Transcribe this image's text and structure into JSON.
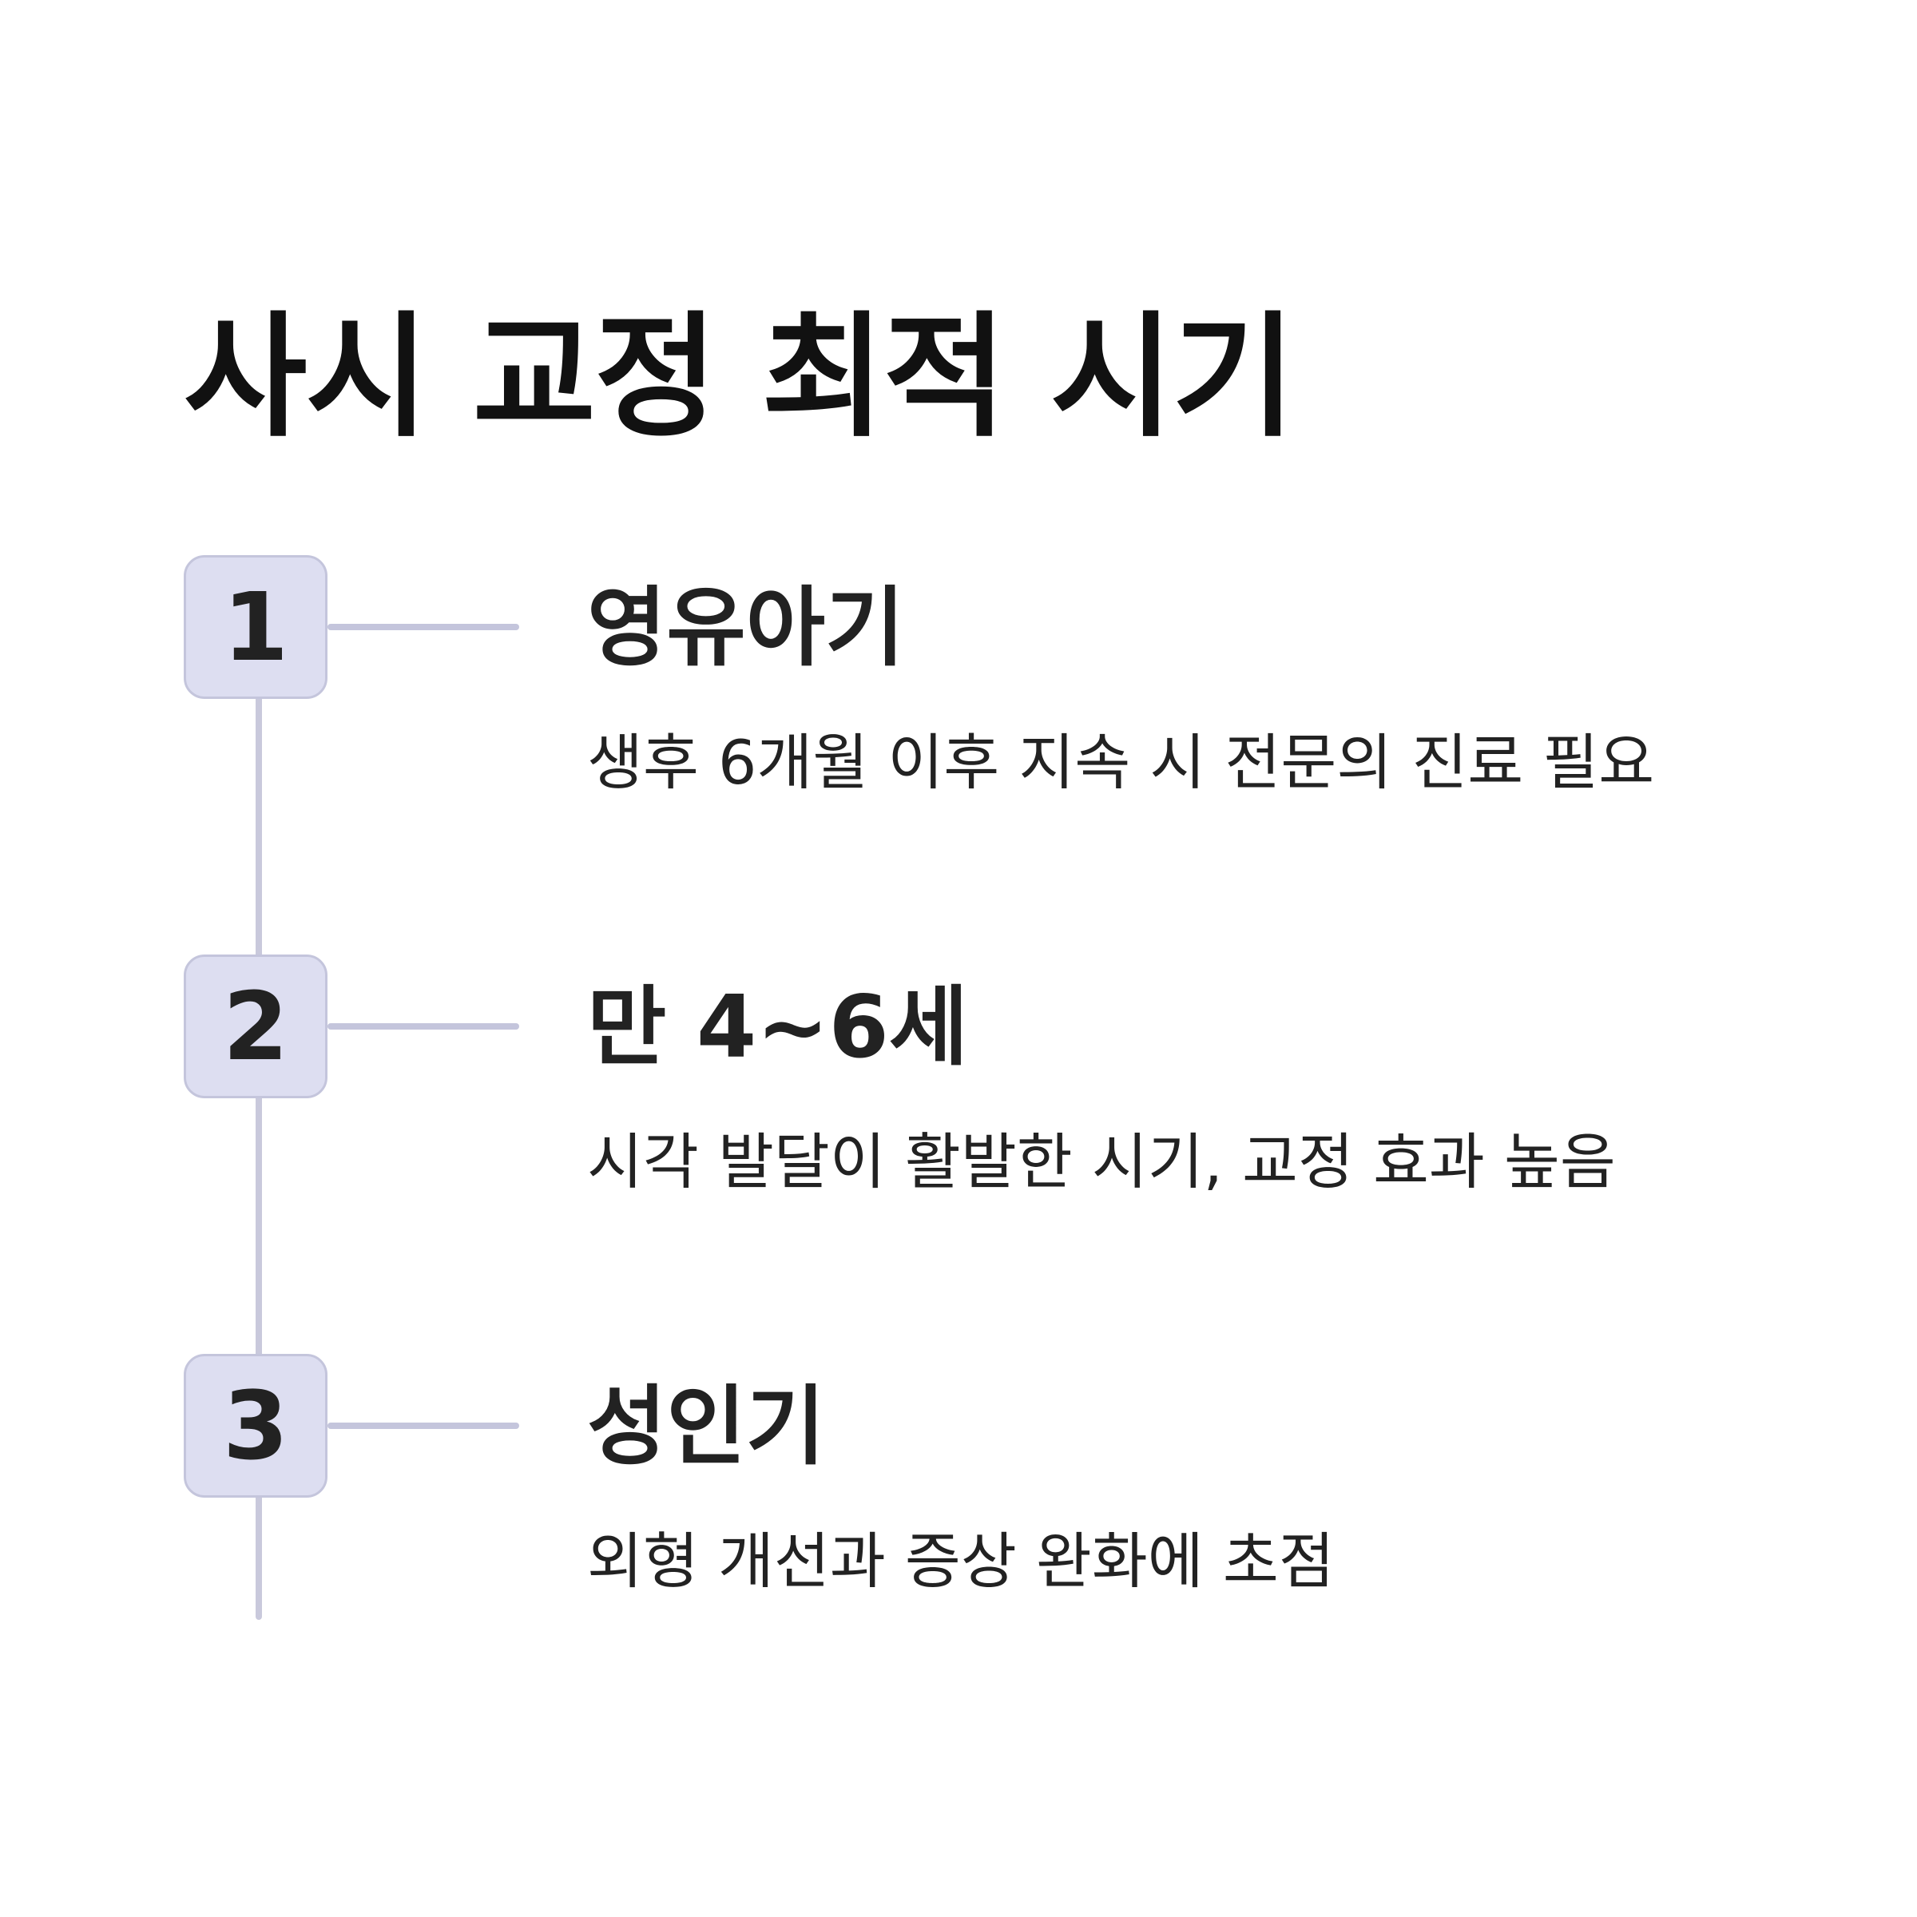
{
  "title": "사시 교정 최적 시기",
  "colors": {
    "badge_fill": "#dddef1",
    "badge_border": "#c4c5dc",
    "line": "#c9c9dc",
    "text": "#222222",
    "title": "#111111"
  },
  "steps": [
    {
      "number": "1",
      "title": "영유아기",
      "description": "생후 6개월 이후 지속 시 전문의 진료 필요"
    },
    {
      "number": "2",
      "title": "만 4~6세",
      "description": "시각 발달이 활발한 시기, 교정 효과 높음"
    },
    {
      "number": "3",
      "title": "성인기",
      "description": "외형 개선과 증상 완화에 초점"
    }
  ]
}
